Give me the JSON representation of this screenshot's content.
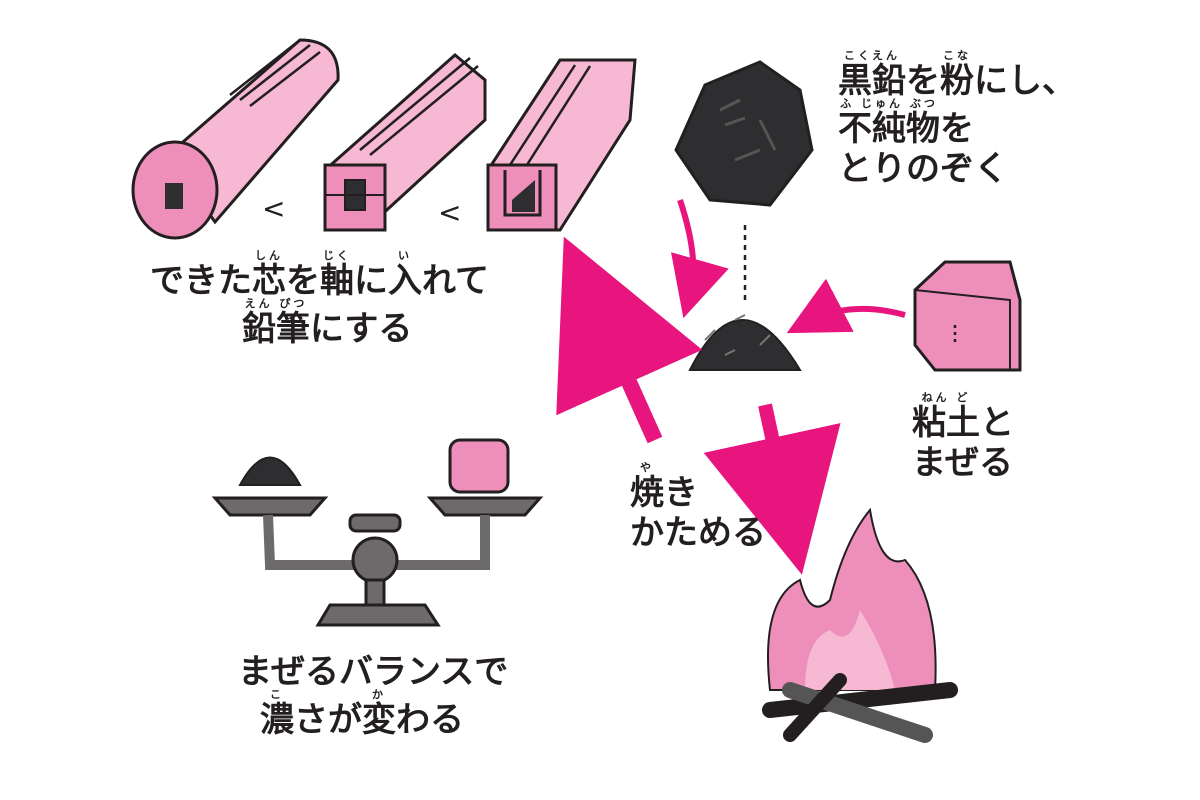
{
  "captions": {
    "graphite": {
      "line1_a": "黒鉛",
      "line1_a_ruby": "こくえん",
      "line1_b": "を",
      "line1_c": "粉",
      "line1_c_ruby": "こな",
      "line1_d": "にし、",
      "line2_a": "不純物",
      "line2_a_ruby": "ふ じゅん ぶつ",
      "line2_b": "を",
      "line3": "とりのぞく"
    },
    "clay": {
      "line1_a": "粘土",
      "line1_a_ruby": "ねん ど",
      "line1_b": "と",
      "line2": "まぜる"
    },
    "bake": {
      "line1_a": "焼",
      "line1_a_ruby": "や",
      "line1_b": "き",
      "line2": "かためる"
    },
    "pencil": {
      "line1_a": "できた",
      "line1_b": "芯",
      "line1_b_ruby": "しん",
      "line1_c": "を",
      "line1_d": "軸",
      "line1_d_ruby": "じく",
      "line1_e": "に",
      "line1_f": "入",
      "line1_f_ruby": "い",
      "line1_g": "れて",
      "line2_a": "鉛筆",
      "line2_a_ruby": "えん ぴつ",
      "line2_b": "にする"
    },
    "balance": {
      "line1": "まぜるバランスで",
      "line2_a": "濃",
      "line2_a_ruby": "こ",
      "line2_b": "さが",
      "line2_c": "変",
      "line2_c_ruby": "か",
      "line2_d": "わる"
    }
  },
  "colors": {
    "pink": "#e8157e",
    "pink_light": "#f6b8d2",
    "pink_mid": "#ee8fbb",
    "graphite": "#2e2e30",
    "scale_gray": "#6d6a6c",
    "outline": "#231f20"
  }
}
